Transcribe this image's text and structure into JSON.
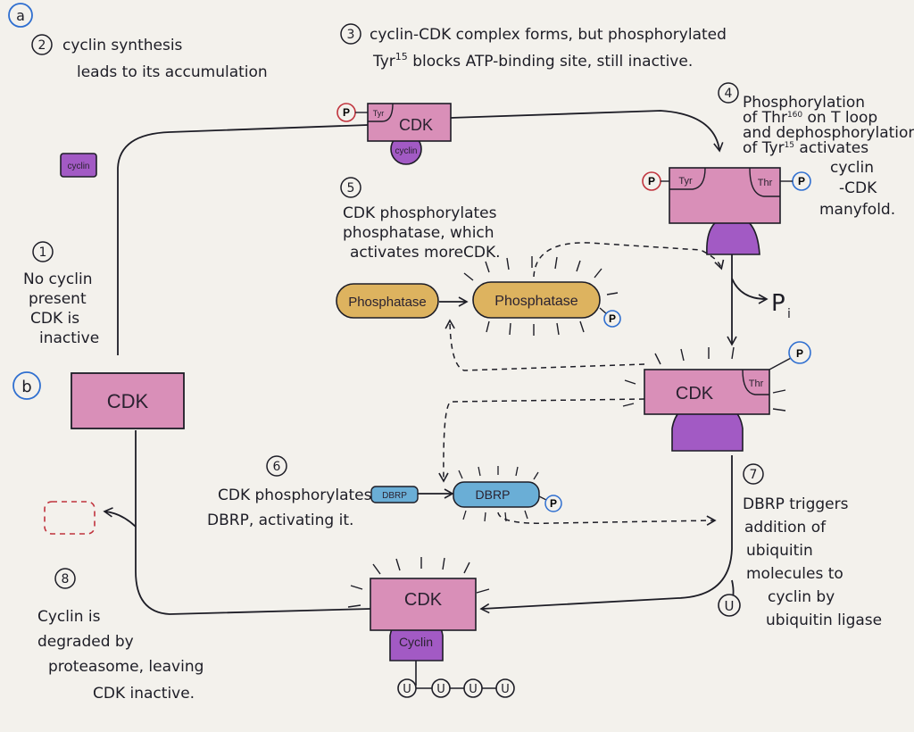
{
  "panel_labels": {
    "a": "a",
    "b": "b"
  },
  "steps": {
    "s1": {
      "num": "1",
      "lines": [
        "No cyclin",
        "present",
        "CDK is",
        "inactive"
      ]
    },
    "s2": {
      "num": "2",
      "lines": [
        "cyclin synthesis",
        "leads to its accumulation"
      ]
    },
    "s3": {
      "num": "3",
      "line1": "cyclin-CDK complex forms, but phosphorylated",
      "line2_pre": "Tyr",
      "line2_sup": "15",
      "line2_post": " blocks ATP-binding site, still inactive."
    },
    "s4": {
      "num": "4",
      "l1": "Phosphorylation",
      "l2_pre": "of Thr",
      "l2_sup": "160",
      "l2_post": " on T loop",
      "l3": "and dephosphorylation",
      "l4_pre": "of Tyr",
      "l4_sup": "15",
      "l4_post": " activates",
      "l5": "cyclin",
      "l6": "-CDK",
      "l7": "manyfold."
    },
    "s5": {
      "num": "5",
      "lines": [
        "CDK phosphorylates",
        "phosphatase, which",
        "activates moreCDK."
      ]
    },
    "s6": {
      "num": "6",
      "line1": "CDK phosphorylates",
      "line2": "DBRP, activating it."
    },
    "s7": {
      "num": "7",
      "lines": [
        "DBRP triggers",
        "addition of",
        "ubiquitin",
        "molecules to",
        "cyclin by",
        "ubiquitin ligase"
      ]
    },
    "s8": {
      "num": "8",
      "lines": [
        "Cyclin is",
        "degraded by",
        "proteasome, leaving",
        "CDK inactive."
      ]
    }
  },
  "molecules": {
    "cdk": "CDK",
    "cyclin": "cyclin",
    "cyclin_cap": "Cyclin",
    "tyr": "Tyr",
    "thr": "Thr",
    "phosphatase": "Phosphatase",
    "dbrp": "DBRP",
    "phosphate": "P",
    "pi": "P",
    "pi_sub": "i",
    "ubiquitin": "U"
  },
  "colors": {
    "cdk_pink": "#d98fb8",
    "cyclin_purple": "#a25ac4",
    "phosphatase_yellow": "#ddb35f",
    "dbrp_blue": "#6aaed6",
    "ink": "#1d1d26",
    "phospho_red_ring": "#c0333d",
    "phospho_blue_ring": "#2f6fd0",
    "paper": "#f3f1ec"
  }
}
